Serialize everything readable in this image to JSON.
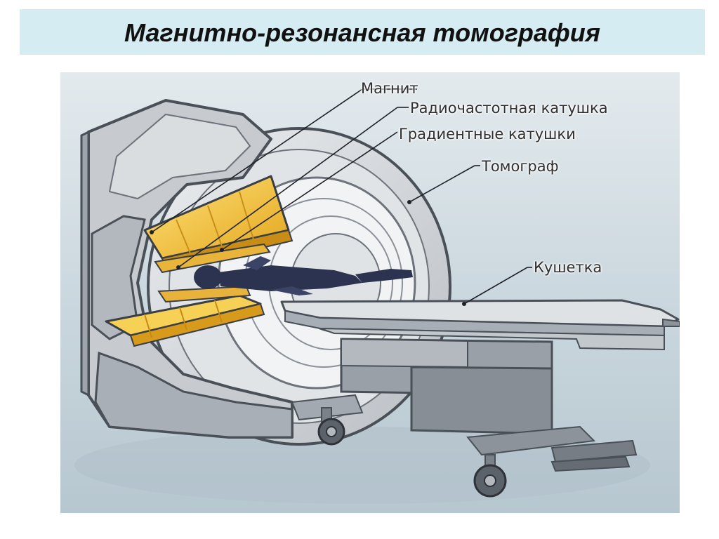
{
  "slide": {
    "title": "Магнитно-резонансная томография"
  },
  "diagram": {
    "labels": {
      "magnet": "Магнит",
      "rf_coil": "Радиочастотная катушка",
      "gradient_coils": "Градиентные катушки",
      "tomograph": "Томограф",
      "couch": "Кушетка"
    }
  },
  "colors": {
    "title_band": "#d4ecf2",
    "figure_background": "#cfdce3",
    "scanner_body": "#d3d6da",
    "scanner_outline": "#4a5058",
    "coil_yellow": "#f2c230",
    "coil_gold": "#d89a1a",
    "patient": "#2c3350"
  }
}
